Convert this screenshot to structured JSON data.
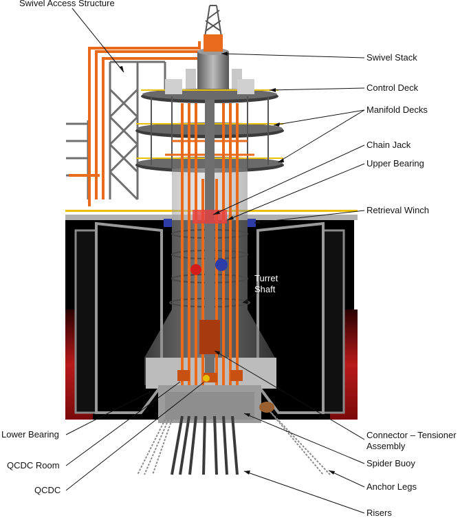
{
  "labels": {
    "swivel_access_structure": "Swivel Access Structure",
    "swivel_stack": "Swivel Stack",
    "control_deck": "Control Deck",
    "manifold_decks": "Manifold Decks",
    "chain_jack": "Chain Jack",
    "upper_bearing": "Upper Bearing",
    "retrieval_winch": "Retrieval Winch",
    "turret_shaft_line1": "Turret",
    "turret_shaft_line2": "Shaft",
    "lower_bearing": "Lower Bearing",
    "qcdc_room": "QCDC Room",
    "qcdc": "QCDC",
    "connector_tensioner_line1": "Connector – Tensioner",
    "connector_tensioner_line2": "Assembly",
    "spider_buoy": "Spider Buoy",
    "anchor_legs": "Anchor Legs",
    "risers": "Risers"
  },
  "colors": {
    "hull": "#000000",
    "hull_red": "#b01818",
    "steel": "#8c8c8c",
    "steel_dark": "#4a4a4a",
    "steel_light": "#c8c8c8",
    "pipe_orange": "#e86a1a",
    "deck_yellow": "#e8c000",
    "valve_red": "#d41c1c",
    "valve_blue": "#2c3ca8"
  }
}
